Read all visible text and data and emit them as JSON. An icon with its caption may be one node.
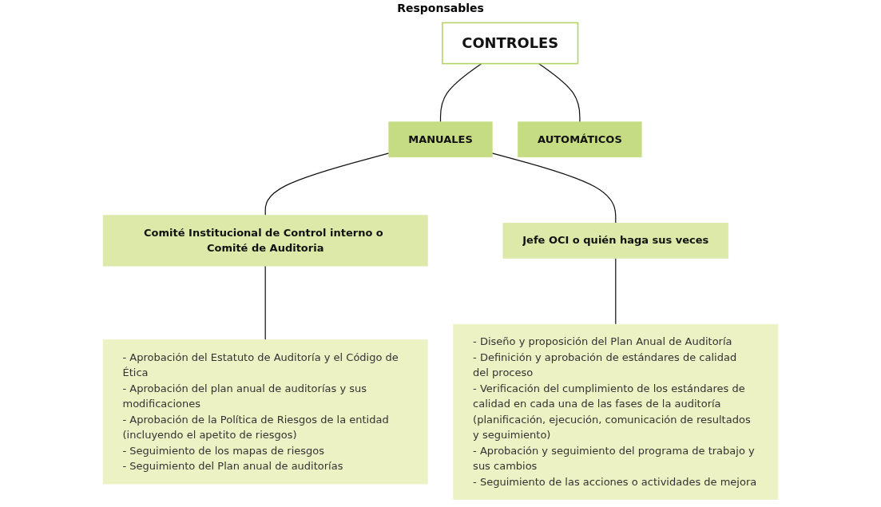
{
  "diagram": {
    "nodes": [
      {
        "text": [
          "CONTROLES"
        ]
      },
      {
        "text": [
          "MANUALES"
        ]
      },
      {
        "text": [
          "AUTOMÁTICOS"
        ]
      },
      {
        "text": [
          "Comité Institucional de Control interno o Comité de Auditoria"
        ]
      },
      {
        "text": [
          "Jefe OCI o quién haga sus veces"
        ]
      },
      {
        "text": [
          "- Aprobación del Estatuto de Auditoría y el Código de Ética",
          "- Aprobación del plan anual de auditorías y sus modificaciones",
          "- Aprobación de la Política de Riesgos de la entidad (incluyendo el apetito de riesgos)",
          "- Seguimiento de los mapas de riesgos",
          "- Seguimiento del Plan anual de auditorías"
        ]
      },
      {
        "text": [
          "- Diseño y proposición del Plan Anual de Auditoría",
          "- Definición y aprobación de estándares de calidad del proceso",
          "- Verificación del cumplimiento de los estándares de calidad en cada una de las fases de la auditoría (planificación, ejecución, comunicación de resultados y seguimiento)",
          "- Aprobación y seguimiento del programa de trabajo y sus cambios",
          "- Seguimiento de las acciones o actividades de mejora"
        ]
      }
    ],
    "edges": [
      {
        "from": 0,
        "to": 1,
        "arrow": "none"
      },
      {
        "from": 0,
        "to": 2,
        "arrow": "none"
      },
      {
        "from": 1,
        "to": 3,
        "arrow": "none"
      },
      {
        "from": 1,
        "to": 4,
        "arrow": "none"
      },
      {
        "from": 3,
        "to": 5,
        "arrow": "none"
      },
      {
        "from": 4,
        "to": 6,
        "arrow": "none"
      }
    ],
    "labels": [
      "Responsables"
    ]
  }
}
